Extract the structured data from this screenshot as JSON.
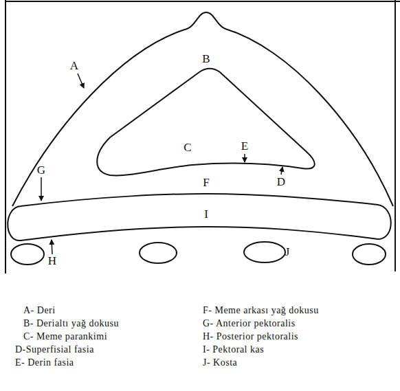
{
  "diagram": {
    "labels": [
      "A",
      "B",
      "C",
      "E",
      "D",
      "G",
      "F",
      "I",
      "H",
      "J",
      "A- Deri",
      "B- Derialtı yağ dokusu",
      "C- Meme parankimi",
      "D-Superfisial fasia",
      "E- Derin fasia",
      "F- Meme arkası yağ dokusu",
      "G- Anterior pektoralis",
      "H- Posterior pektoralis",
      "I- Pektoral kas",
      "J- Kosta"
    ]
  }
}
